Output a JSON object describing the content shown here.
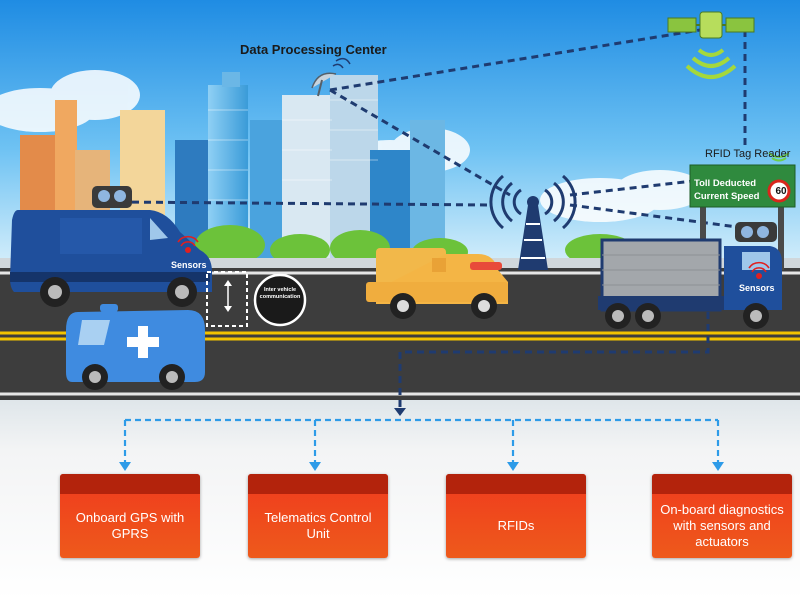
{
  "diagram": {
    "data_center_label": "Data Processing Center",
    "rfid_reader_label": "RFID Tag Reader",
    "toll_sign": {
      "line1": "Toll Deducted",
      "line2": "Current Speed",
      "speed": "60"
    },
    "van_sensor_label": "Sensors",
    "truck_sensor_label": "Sensors",
    "inter_vehicle_label": "Inter vehicle communication",
    "components": [
      {
        "label": "Onboard GPS with GPRS"
      },
      {
        "label": "Telematics Control Unit"
      },
      {
        "label": "RFIDs"
      },
      {
        "label": "On-board diagnostics with sensors and actuators"
      }
    ]
  },
  "colors": {
    "sky_top": "#2a95e8",
    "road": "#3d3d3d",
    "lane_yellow": "#f2c300",
    "link_dark": "#1f3b70",
    "link_light": "#2d9be8",
    "box_orange": "#ef4a1c",
    "box_cap": "#b3230c"
  }
}
